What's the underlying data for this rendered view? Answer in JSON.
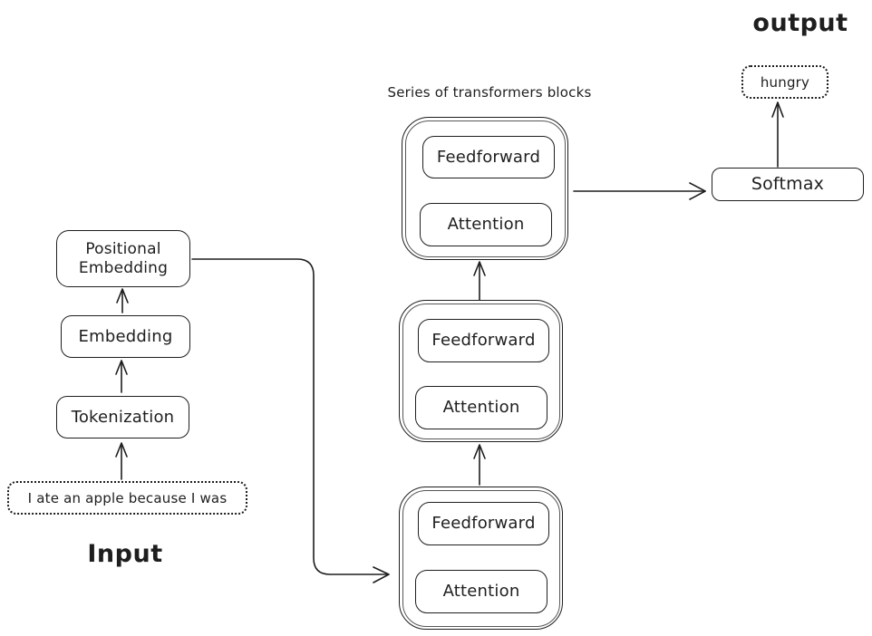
{
  "colors": {
    "stroke": "#1e1e1e",
    "background": "#ffffff"
  },
  "input": {
    "label": "Input",
    "sentence": "I ate an apple because I was",
    "stages": {
      "tokenization": "Tokenization",
      "embedding": "Embedding",
      "positional_embedding": "Positional Embedding"
    }
  },
  "transformers": {
    "label": "Series of transformers blocks",
    "blocks": [
      {
        "feedforward": "Feedforward",
        "attention": "Attention"
      },
      {
        "feedforward": "Feedforward",
        "attention": "Attention"
      },
      {
        "feedforward": "Feedforward",
        "attention": "Attention"
      }
    ]
  },
  "output": {
    "label": "output",
    "softmax": "Softmax",
    "prediction": "hungry"
  }
}
